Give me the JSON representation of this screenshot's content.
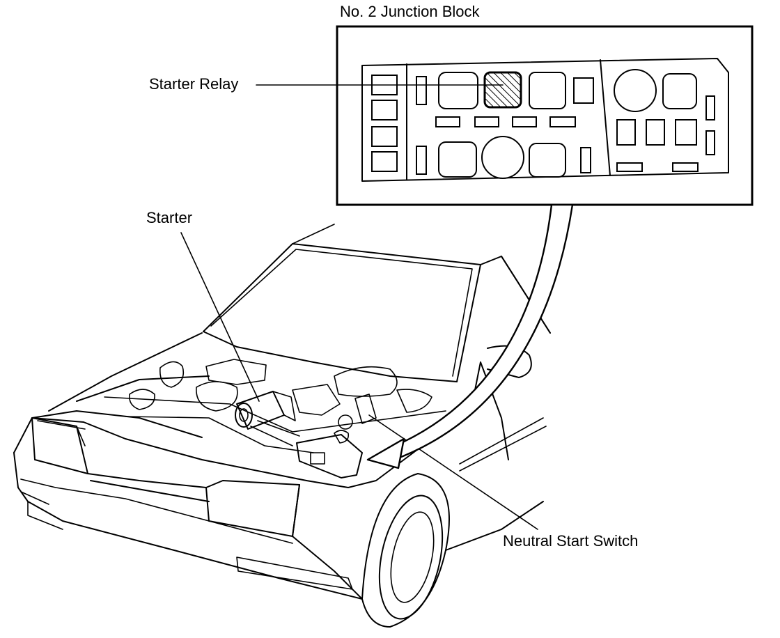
{
  "labels": {
    "junction_block": "No. 2 Junction Block",
    "starter_relay": "Starter Relay",
    "starter": "Starter",
    "neutral_start_switch": "Neutral Start Switch"
  }
}
